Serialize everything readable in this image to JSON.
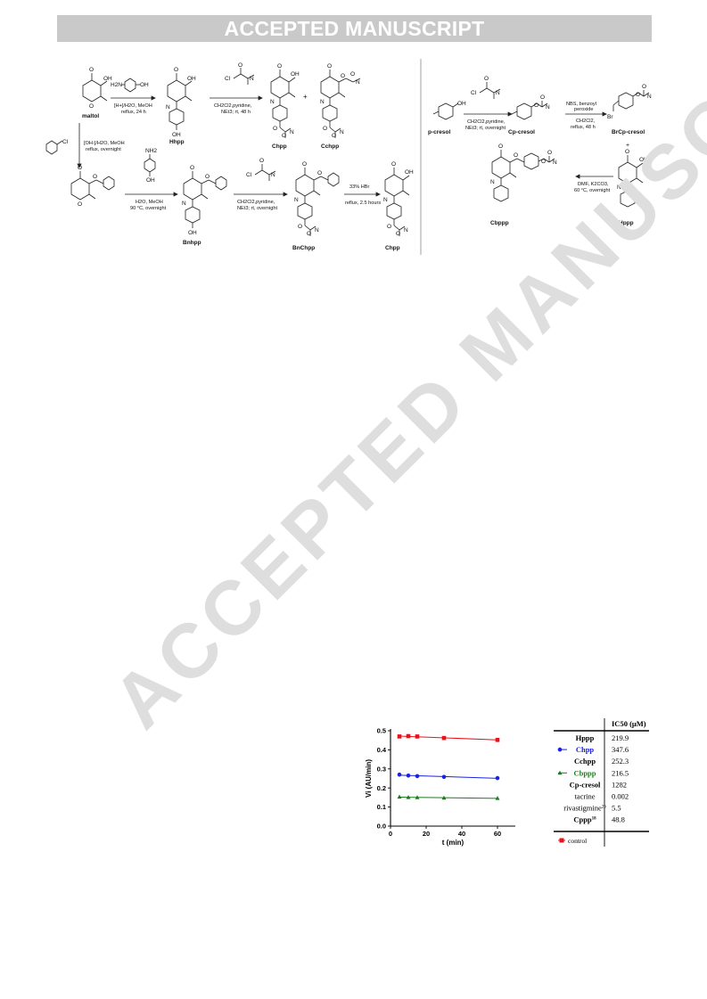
{
  "header": {
    "banner": "ACCEPTED MANUSCRIPT"
  },
  "watermark": "ACCEPTED MANUSCRIPT",
  "scheme": {
    "left": {
      "compounds": [
        "maltol",
        "Hhpp",
        "Chpp",
        "Cchpp",
        "Bnhpp",
        "BnChpp",
        "Chpp"
      ],
      "conditions": {
        "step1": [
          "[H+]/H2O, MeOH",
          "reflux, 24 h"
        ],
        "step2": [
          "CH2Cl2,pyridine,",
          "NEt3; rt, 48 h"
        ],
        "step3": [
          "[OH-]/H2O, MeOH",
          "reflux, overnight"
        ],
        "step4": [
          "H2O, MeOH",
          "90 °C, overnight"
        ],
        "step5": [
          "CH2Cl2,pyridine,",
          "NEt3; rt, overnight"
        ],
        "step6": [
          "33% HBr",
          "reflux, 2.5 hours"
        ]
      },
      "plus": "+"
    },
    "right": {
      "compounds": [
        "p-cresol",
        "Cp-cresol",
        "BrCp-cresol",
        "Cbppp",
        "Hppp"
      ],
      "conditions": {
        "step1": [
          "CH2Cl2,pyridine,",
          "NEt3; rt, overnight"
        ],
        "step2": [
          "NBS, benzoyl",
          "peroxide",
          "CH2Cl2,",
          "reflux, 48 h"
        ],
        "step3": [
          "DMF, K2CO3,",
          "60 °C, overnight"
        ]
      },
      "plus": "+"
    },
    "atoms": {
      "O": "O",
      "OH": "OH",
      "N": "N",
      "Cl": "Cl",
      "Br": "Br",
      "NH2": "NH2",
      "H2N": "H2N"
    }
  },
  "chart_data": {
    "type": "scatter",
    "xlabel": "t (min)",
    "ylabel": "Vi (AU/min)",
    "xlim": [
      0,
      70
    ],
    "ylim": [
      0.0,
      0.5
    ],
    "xticks": [
      0,
      20,
      40,
      60
    ],
    "yticks": [
      0.0,
      0.1,
      0.2,
      0.3,
      0.4,
      0.5
    ],
    "series": [
      {
        "name": "control",
        "color": "#e8121b",
        "marker": "square",
        "x": [
          5,
          10,
          15,
          30,
          60
        ],
        "y": [
          0.47,
          0.472,
          0.47,
          0.462,
          0.452
        ]
      },
      {
        "name": "Chpp",
        "color": "#1a22e6",
        "marker": "circle",
        "x": [
          5,
          10,
          15,
          30,
          60
        ],
        "y": [
          0.27,
          0.265,
          0.262,
          0.258,
          0.252
        ]
      },
      {
        "name": "Cbppp",
        "color": "#1e7a1e",
        "marker": "triangle",
        "x": [
          5,
          10,
          15,
          30,
          60
        ],
        "y": [
          0.153,
          0.151,
          0.15,
          0.148,
          0.146
        ]
      }
    ]
  },
  "ic50_table": {
    "header": "IC50 (μM)",
    "rows": [
      {
        "name": "Hppp",
        "value": "219.9",
        "bold": true,
        "color": "#000000",
        "legend": ""
      },
      {
        "name": "Chpp",
        "value": "347.6",
        "bold": true,
        "color": "#1a22e6",
        "legend": "circle"
      },
      {
        "name": "Cchpp",
        "value": "252.3",
        "bold": true,
        "color": "#000000",
        "legend": ""
      },
      {
        "name": "Cbppp",
        "value": "216.5",
        "bold": true,
        "color": "#1e7a1e",
        "legend": "triangle"
      },
      {
        "name": "Cp-cresol",
        "value": "1282",
        "bold": true,
        "color": "#000000",
        "legend": ""
      },
      {
        "name": "tacrine",
        "value": "0.002",
        "bold": false,
        "color": "#000000",
        "legend": ""
      },
      {
        "name": "rivastigmine",
        "sup": "26",
        "value": "5.5",
        "bold": false,
        "color": "#000000",
        "legend": ""
      },
      {
        "name": "Cppp",
        "sup": "18",
        "value": "48.8",
        "bold": true,
        "color": "#000000",
        "legend": ""
      }
    ],
    "footer": {
      "label": "control",
      "color": "#e8121b",
      "legend": "square"
    }
  }
}
